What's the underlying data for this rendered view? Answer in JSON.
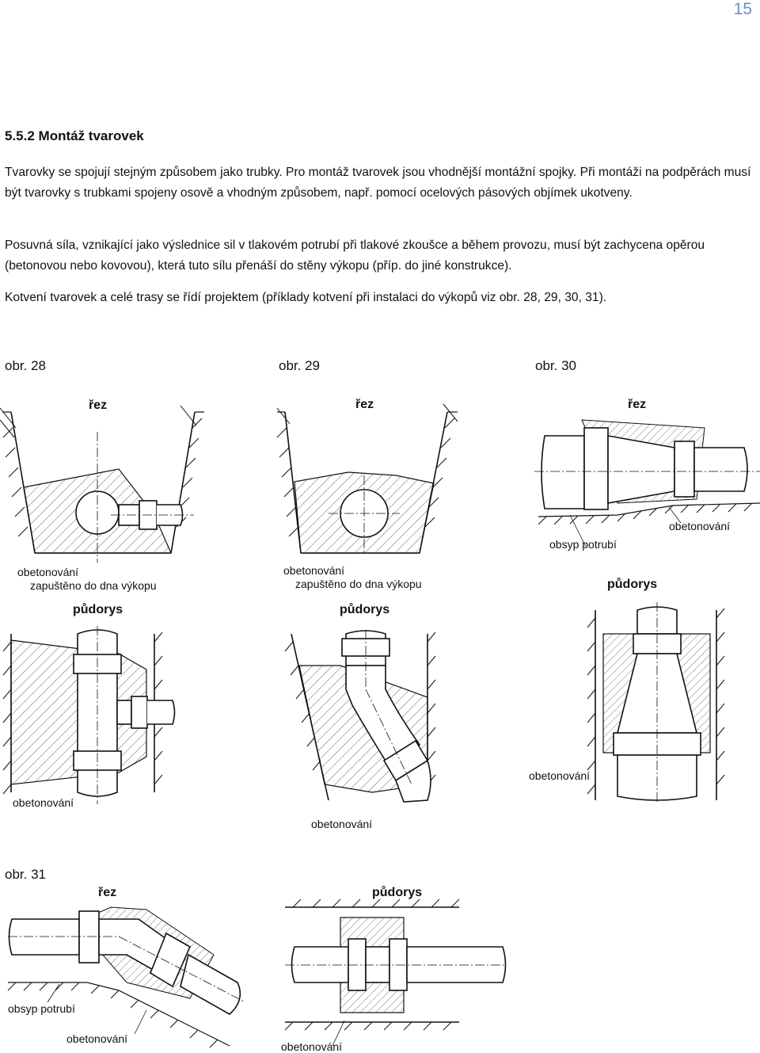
{
  "page_number": "15",
  "section": {
    "title": "5.5.2  Montáž tvarovek"
  },
  "paragraphs": [
    "Tvarovky se spojují stejným způsobem jako trubky. Pro montáž tvarovek jsou vhodnější montážní spojky. Při montáži na podpěrách musí být tvarovky s trubkami spojeny osově a vhodným způsobem, např. pomocí ocelových pásových objímek ukotveny.",
    "Posuvná síla, vznikající jako výslednice sil v tlakovém potrubí při tlakové zkoušce a během provozu, musí být zachycena opěrou (betonovou nebo kovovou), která tuto sílu přenáší do stěny výkopu (příp. do jiné konstrukce).",
    "Kotvení tvarovek a celé trasy se řídí projektem (příklady kotvení při instalaci do výkopů viz obr. 28, 29, 30, 31)."
  ],
  "figures": {
    "fig28": {
      "label": "obr. 28",
      "section_title": "řez",
      "label_concrete": "obetonování",
      "label_sunk": "zapuštěno do dna výkopu",
      "plan_title": "půdorys",
      "plan_concrete": "obetonování"
    },
    "fig29": {
      "label": "obr. 29",
      "section_title": "řez",
      "label_concrete": "obetonování",
      "label_sunk": "zapuštěno do dna výkopu",
      "plan_title": "půdorys",
      "plan_concrete": "obetonování"
    },
    "fig30": {
      "label": "obr. 30",
      "section_title": "řez",
      "label_concrete": "obetonování",
      "label_backfill": "obsyp potrubí",
      "plan_title": "půdorys",
      "plan_concrete": "obetonování"
    },
    "fig31": {
      "label": "obr. 31",
      "section_title": "řez",
      "label_backfill": "obsyp potrubí",
      "label_concrete": "obetonování",
      "plan_title": "půdorys",
      "plan_concrete": "obetonování"
    }
  }
}
